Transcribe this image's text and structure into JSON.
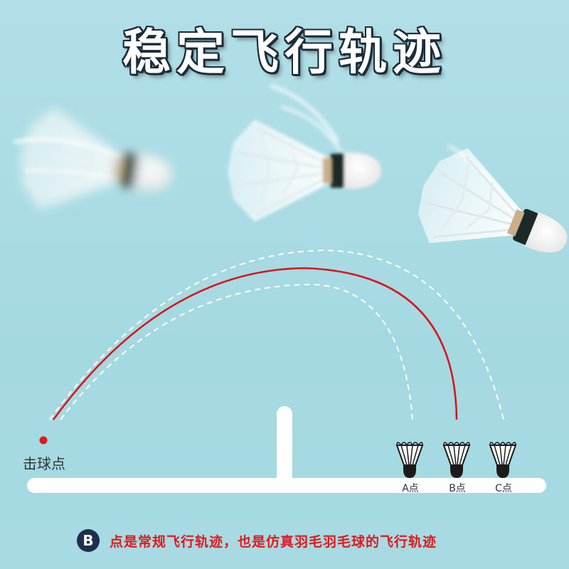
{
  "title": "稳定飞行轨迹",
  "hit_point_label": "击球点",
  "landing_points": [
    {
      "label": "A点"
    },
    {
      "label": "B点"
    },
    {
      "label": "C点"
    }
  ],
  "footer": {
    "badge": "B",
    "text": "点是常规飞行轨迹，也是仿真羽毛羽毛球的飞行轨迹"
  },
  "colors": {
    "background": "#a9dbe4",
    "trajectory_b": "#d8141a",
    "trajectory_dashed": "#ffffff",
    "hit_point": "#e0191c",
    "badge": "#1d2f4a",
    "footer_text": "#e0191c"
  },
  "icons": [
    "shuttlecock-icon"
  ]
}
